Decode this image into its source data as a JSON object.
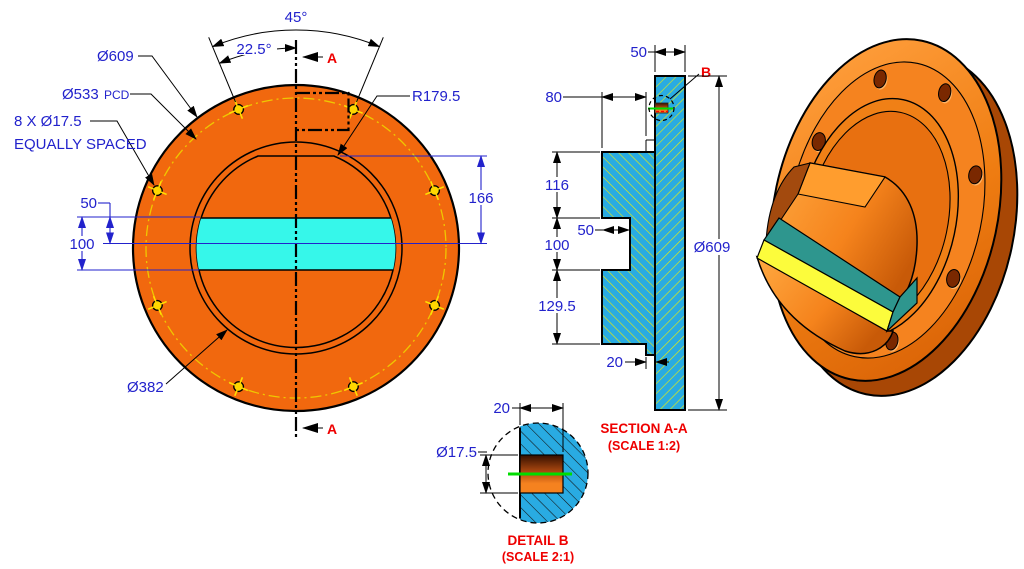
{
  "drawing": {
    "front_view": {
      "dia_outer": "Ø609",
      "pcd": "Ø533",
      "pcd_suffix": "PCD",
      "holes_note_1": "8 X Ø17.5",
      "holes_note_2": "EQUALLY SPACED",
      "boss_radius": "R179.5",
      "boss_dia": "Ø382",
      "angle_full": "45°",
      "angle_half": "22.5°",
      "dim_166": "166",
      "dim_50": "50",
      "dim_100": "100",
      "cut_label": "A"
    },
    "section_view": {
      "title": "SECTION A-A",
      "scale": "(SCALE 1:2)",
      "plate_thickness": "50",
      "boss_offset": "80",
      "dim_116": "116",
      "slot_depth": "50",
      "dim_100": "100",
      "dim_129_5": "129.5",
      "pad_height": "20",
      "dia_outer": "Ø609",
      "detail_label": "B"
    },
    "detail_view": {
      "title": "DETAIL B",
      "scale": "(SCALE 2:1)",
      "hole_depth": "20",
      "hole_dia": "Ø17.5"
    },
    "colors": {
      "part_orange": "#f1680e",
      "slot_cyan": "#36f7ea",
      "section_blue": "#29abe2",
      "hatch_yellow": "#f0f000",
      "dim_blue": "#2222cc",
      "label_red": "#ee0000",
      "bolt_circle_yellow": "#efc800",
      "slot_floor_yellow": "#fcfc3c",
      "slot_wall_teal": "#2e968e"
    }
  }
}
